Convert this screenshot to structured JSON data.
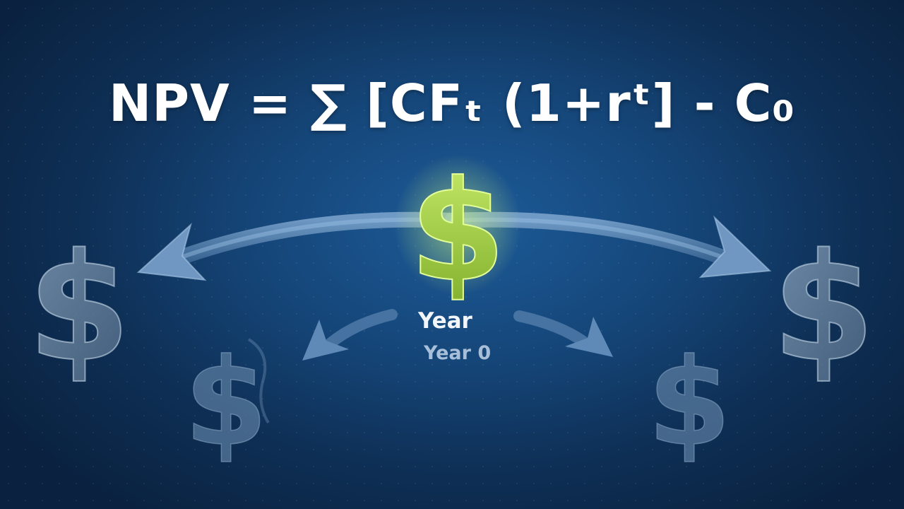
{
  "formula": {
    "text": "NPV = ∑ [CFₜ (1+rᵗ]  - C₀"
  },
  "labels": {
    "year": "Year",
    "year_zero": "Year 0"
  },
  "symbols": {
    "dollar": "$"
  },
  "colors": {
    "background": "#154679",
    "center_dollar": "#9ccb3c",
    "side_dollar": "#5f7f9c",
    "arrow": "#5a86b4"
  }
}
